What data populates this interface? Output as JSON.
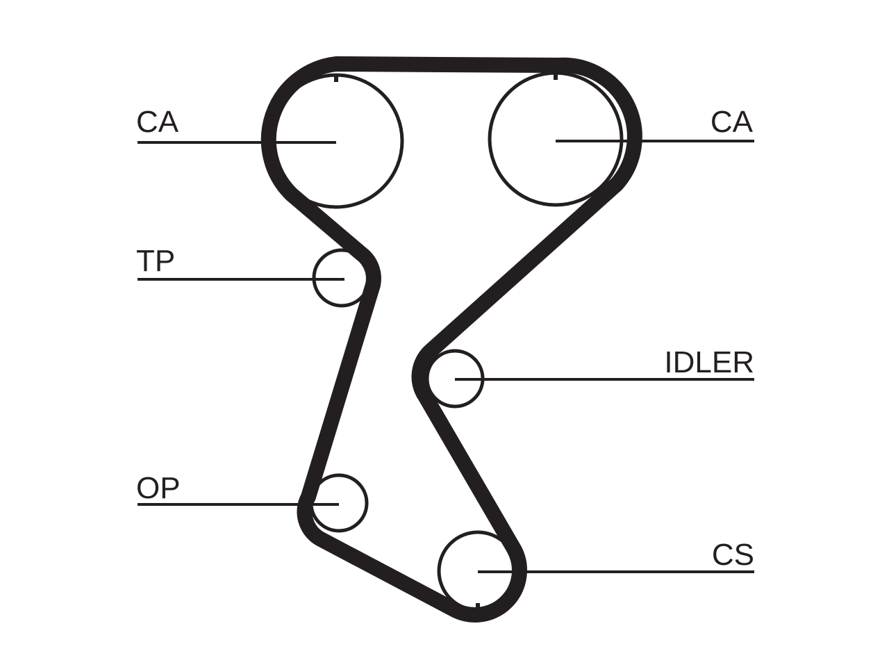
{
  "diagram": {
    "belt_color": "#231f20",
    "labels": {
      "ca_left": "CA",
      "ca_right": "CA",
      "tp": "TP",
      "idler": "IDLER",
      "op": "OP",
      "cs": "CS"
    }
  }
}
